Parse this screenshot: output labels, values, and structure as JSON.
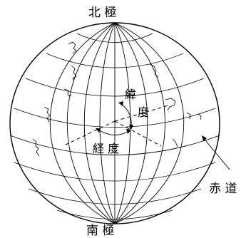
{
  "labels": {
    "north_pole": "北 極",
    "south_pole": "南 極",
    "latitude": "緯",
    "latitude_2": "度",
    "longitude": "経 度",
    "equator": "赤 道"
  }
}
